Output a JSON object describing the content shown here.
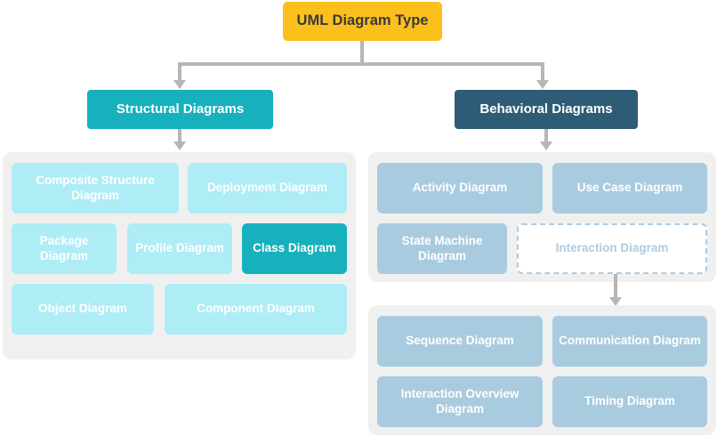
{
  "title": "UML Diagram Type",
  "colors": {
    "root": "#FBC01C",
    "structural": "#17B0BD",
    "behavioral": "#2E5C77",
    "structural_leaf": "#AEEDF5",
    "structural_leaf_highlight": "#17B0BD",
    "behavioral_leaf": "#A9CBDF",
    "dashed_border": "#AFCBE0",
    "panel": "#F0F0F0",
    "connector": "#B6B6B6"
  },
  "root": {
    "label": "UML Diagram Type"
  },
  "branches": {
    "structural": {
      "label": "Structural Diagrams",
      "children": [
        {
          "label": "Composite Structure Diagram",
          "highlighted": false
        },
        {
          "label": "Deployment Diagram",
          "highlighted": false
        },
        {
          "label": "Package Diagram",
          "highlighted": false
        },
        {
          "label": "Profile Diagram",
          "highlighted": false
        },
        {
          "label": "Class Diagram",
          "highlighted": true
        },
        {
          "label": "Object Diagram",
          "highlighted": false
        },
        {
          "label": "Component Diagram",
          "highlighted": false
        }
      ]
    },
    "behavioral": {
      "label": "Behavioral Diagrams",
      "children": [
        {
          "label": "Activity Diagram",
          "style": "filled"
        },
        {
          "label": "Use Case Diagram",
          "style": "filled"
        },
        {
          "label": "State Machine Diagram",
          "style": "filled"
        },
        {
          "label": "Interaction Diagram",
          "style": "dashed"
        }
      ],
      "interaction_children": [
        {
          "label": "Sequence Diagram"
        },
        {
          "label": "Communication Diagram"
        },
        {
          "label": "Interaction Overview Diagram"
        },
        {
          "label": "Timing Diagram"
        }
      ]
    }
  }
}
